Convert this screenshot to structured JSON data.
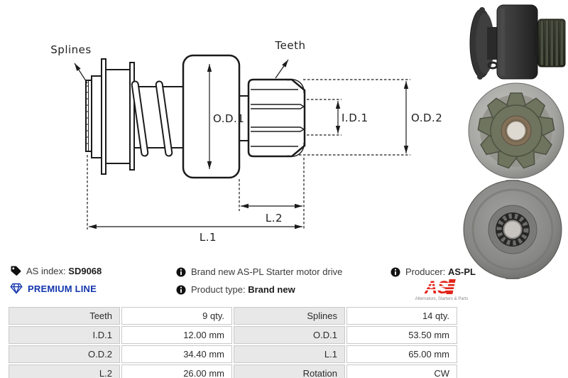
{
  "diagram": {
    "labels": {
      "splines": "Splines",
      "teeth": "Teeth",
      "od1": "O.D.1",
      "id1": "I.D.1",
      "od2": "O.D.2",
      "l1": "L.1",
      "l2": "L.2"
    }
  },
  "info": {
    "as_index_label": "AS index:",
    "as_index_value": "SD9068",
    "premium_line": "PREMIUM LINE",
    "description": "Brand new AS-PL Starter motor drive",
    "product_type_label": "Product type:",
    "product_type_value": "Brand new",
    "producer_label": "Producer:",
    "producer_value": "AS-PL",
    "logo_text": "AS",
    "logo_tagline": "Alternators, Starters & Parts"
  },
  "colors": {
    "premium_blue": "#1436ad",
    "logo_red": "#e2241b",
    "table_label_bg": "#e8e8e8",
    "table_border": "#c9c9c9",
    "drawing_line": "#1b1b1b"
  },
  "spec_table": {
    "rows": [
      [
        "Teeth",
        "9 qty.",
        "Splines",
        "14 qty."
      ],
      [
        "I.D.1",
        "12.00 mm",
        "O.D.1",
        "53.50 mm"
      ],
      [
        "O.D.2",
        "34.40 mm",
        "L.1",
        "65.00 mm"
      ],
      [
        "L.2",
        "26.00 mm",
        "Rotation",
        "CW"
      ]
    ]
  },
  "photos": [
    {
      "name": "side-view"
    },
    {
      "name": "front-view"
    },
    {
      "name": "rear-view"
    }
  ]
}
